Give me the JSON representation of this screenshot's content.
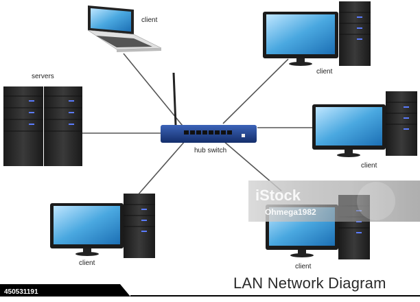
{
  "diagram": {
    "title": "LAN Network Diagram",
    "hub_label": "hub switch",
    "servers_label": "servers",
    "client_label": "client"
  },
  "stock": {
    "id": "450531191",
    "brand": "iStock",
    "credit": "Ohmega1982"
  },
  "colors": {
    "screen": "#4aa8e0",
    "tower": "#2b2b2b",
    "hub": "#1e3f8a",
    "cable": "#555555",
    "led": "#5b7cff"
  }
}
